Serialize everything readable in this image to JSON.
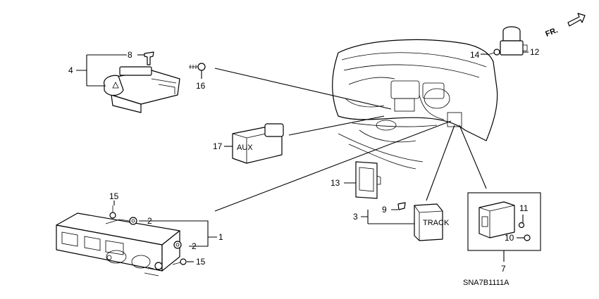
{
  "callouts": {
    "c1": "1",
    "c2a": "2",
    "c2b": "2",
    "c3": "3",
    "c4": "4",
    "c7": "7",
    "c8": "8",
    "c9": "9",
    "c10": "10",
    "c11": "11",
    "c12": "12",
    "c13": "13",
    "c14": "14",
    "c15a": "15",
    "c15b": "15",
    "c16": "16",
    "c17": "17"
  },
  "direction_label": "FR.",
  "diagram_code": "SNA7B1111A"
}
